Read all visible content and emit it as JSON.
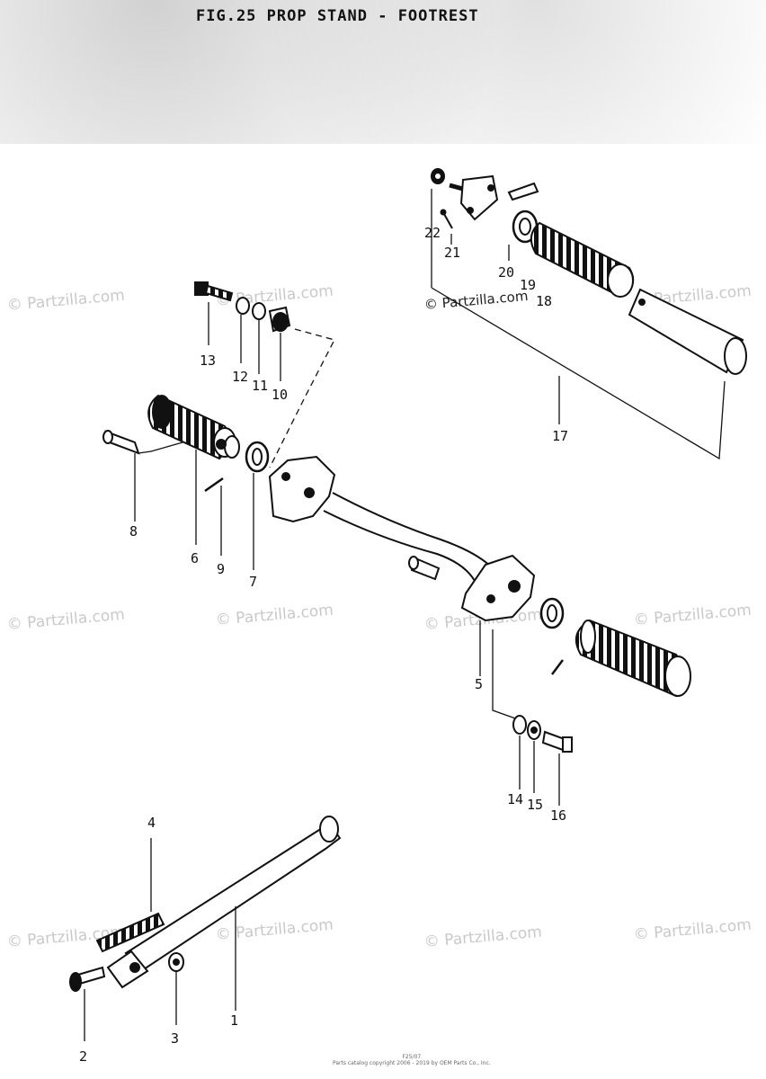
{
  "title": "FIG.25  PROP STAND - FOOTREST",
  "watermark": "© Partzilla.com",
  "footer": {
    "line1": "F25/07",
    "line2": "Parts catalog copyright 2006 - 2019 by OEM Parts Co., Inc."
  },
  "callouts": [
    "1",
    "2",
    "3",
    "4",
    "5",
    "6",
    "7",
    "8",
    "9",
    "10",
    "11",
    "12",
    "13",
    "14",
    "15",
    "16",
    "17",
    "18",
    "19",
    "20",
    "21",
    "22"
  ]
}
